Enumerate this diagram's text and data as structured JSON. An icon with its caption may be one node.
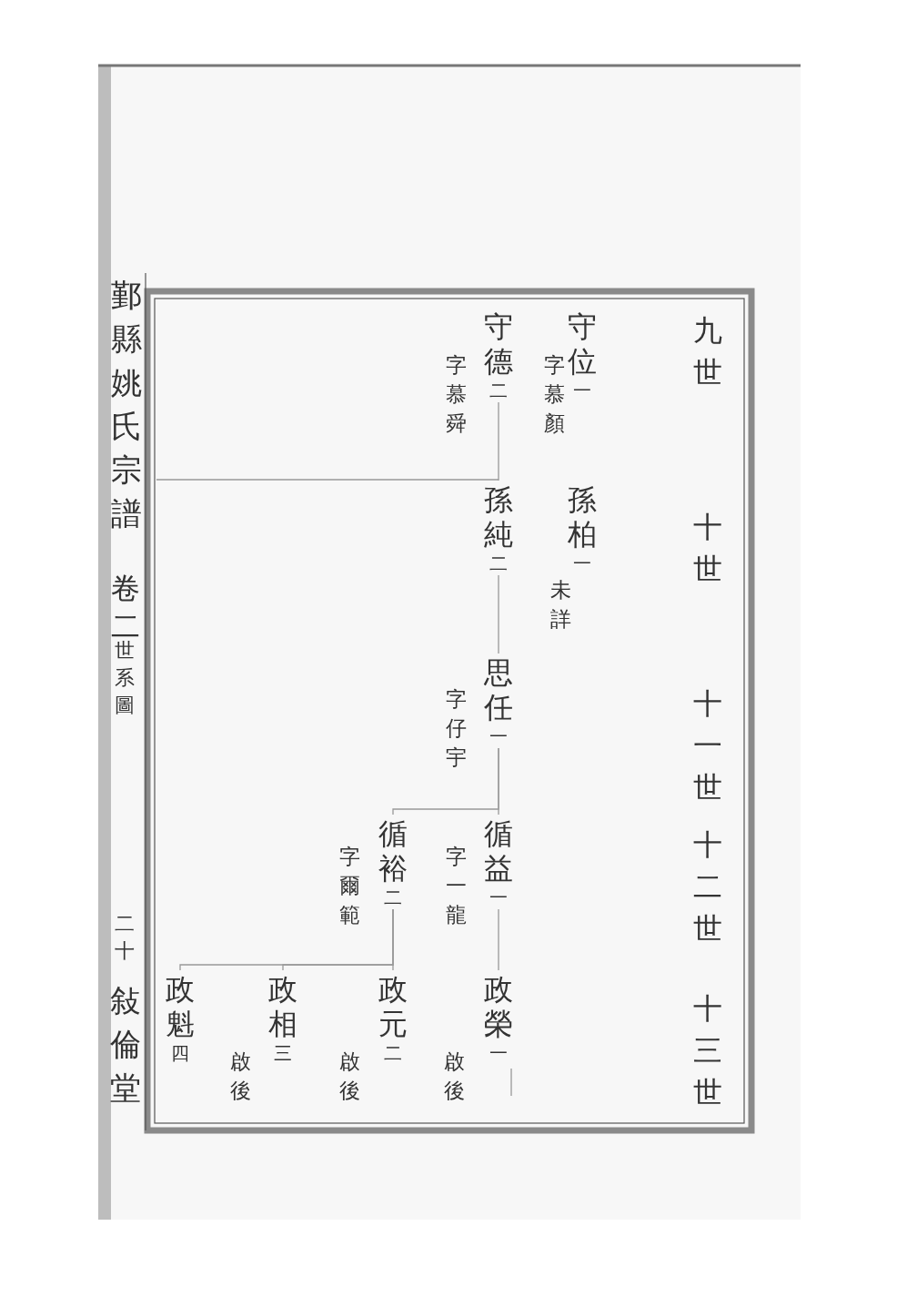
{
  "diagram": {
    "nodes": [
      {
        "text": [
          "守位",
          "一"
        ],
        "beside": [
          "字慕顏"
        ]
      },
      {
        "text": [
          "守德",
          "二"
        ],
        "beside": [
          "字慕舜"
        ]
      },
      {
        "text": [
          "孫柏",
          "一"
        ],
        "beside": [
          "未詳"
        ]
      },
      {
        "text": [
          "孫純",
          "二"
        ]
      },
      {
        "text": [
          "思任",
          "一"
        ],
        "beside": [
          "字仔宇"
        ]
      },
      {
        "text": [
          "循益",
          "一"
        ],
        "beside": [
          "字一龍"
        ]
      },
      {
        "text": [
          "循裕",
          "二"
        ],
        "beside": [
          "字爾範"
        ]
      },
      {
        "text": [
          "政榮",
          "一"
        ],
        "beside": [
          "啟後"
        ]
      },
      {
        "text": [
          "政元",
          "二"
        ],
        "beside": [
          "啟後"
        ]
      },
      {
        "text": [
          "政相",
          "三"
        ],
        "beside": [
          "啟後"
        ]
      },
      {
        "text": [
          "政魁",
          "四"
        ]
      }
    ],
    "edges": [
      {
        "from": 1,
        "to": 3,
        "arrow": "none"
      },
      {
        "from": 3,
        "to": null,
        "arrow": "none"
      },
      {
        "from": 3,
        "to": 4,
        "arrow": "none"
      },
      {
        "from": 4,
        "to": 5,
        "arrow": "none"
      },
      {
        "from": 4,
        "to": 6,
        "arrow": "none"
      },
      {
        "from": 5,
        "to": 7,
        "arrow": "none"
      },
      {
        "from": 6,
        "to": 8,
        "arrow": "none"
      },
      {
        "from": 6,
        "to": 9,
        "arrow": "none"
      },
      {
        "from": 6,
        "to": 10,
        "arrow": "none"
      },
      {
        "from": 7,
        "to": null,
        "arrow": "none"
      }
    ],
    "labels": [
      "九世",
      "十世",
      "十一世",
      "十二世",
      "十三世",
      "鄞縣姚氏宗譜",
      "卷二",
      "世系圖",
      "二十",
      "敍倫堂"
    ]
  }
}
